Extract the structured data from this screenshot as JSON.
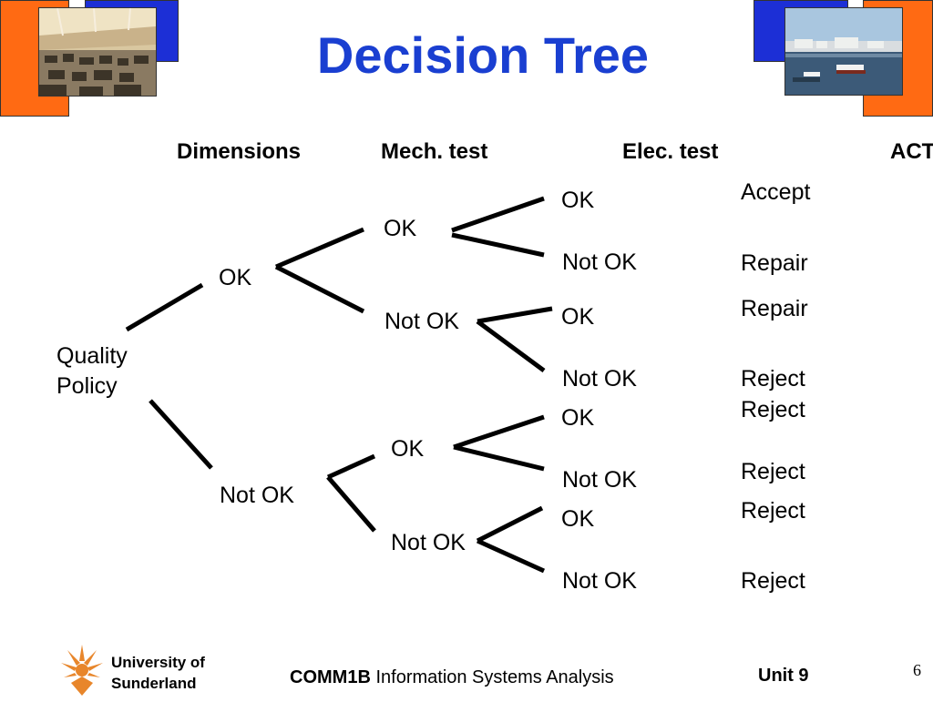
{
  "title": "Decision Tree",
  "headers": {
    "dimensions": "Dimensions",
    "mech_test": "Mech. test",
    "elec_test": "Elec. test",
    "action": "ACT"
  },
  "tree": {
    "root": "Quality Policy",
    "root_line1": "Quality",
    "root_line2": "Policy",
    "dim_ok": "OK",
    "dim_not_ok": "Not OK",
    "mech": [
      "OK",
      "Not OK",
      "OK",
      "Not OK"
    ],
    "elec": [
      "OK",
      "Not OK",
      "OK",
      "Not OK",
      "OK",
      "Not OK",
      "OK",
      "Not OK"
    ]
  },
  "actions": [
    "Accept",
    "Repair",
    "Repair",
    "Reject",
    "Reject",
    "Reject",
    "Reject",
    "Reject"
  ],
  "footer": {
    "university_line1": "University of",
    "university_line2": "Sunderland",
    "course_code": "COMM1B",
    "course_name": "Information Systems Analysis",
    "unit": "Unit 9",
    "page": "6"
  },
  "colors": {
    "title": "#1a3fd1",
    "orange": "#ff6a13",
    "blue": "#1c2fd6"
  }
}
